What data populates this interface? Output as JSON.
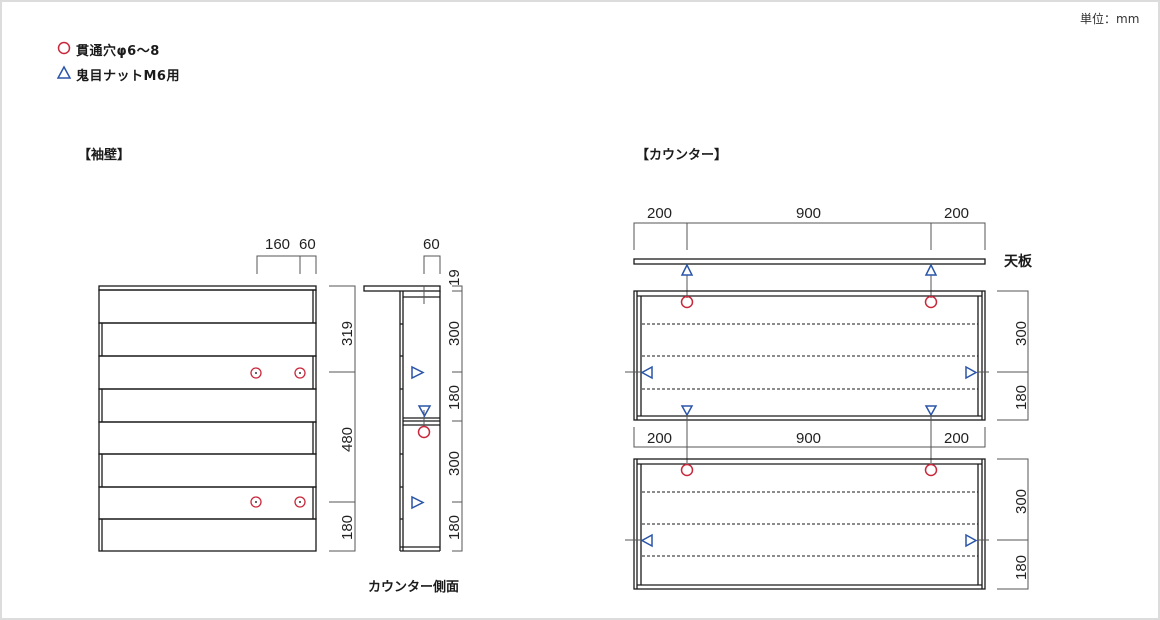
{
  "unit_label": "単位：mm",
  "legend": [
    {
      "symbol": "circle",
      "color": "#c8283c",
      "label": "貫通穴φ6～8"
    },
    {
      "symbol": "triangle",
      "color": "#2a55a8",
      "label": "鬼目ナットM6用"
    }
  ],
  "colors": {
    "hole": "#c8283c",
    "nut": "#2a55a8",
    "line": "#1a1a1a",
    "dim_line": "#555555",
    "frame": "#dcdcdc"
  },
  "sode_kabe": {
    "title": "【袖壁】",
    "top_dims": [
      "160",
      "60"
    ],
    "side_dims": [
      "319",
      "480",
      "180"
    ]
  },
  "counter_side": {
    "title": "カウンター側面",
    "top_dims": [
      "60"
    ],
    "side_dims": [
      "19",
      "300",
      "180",
      "300",
      "180"
    ]
  },
  "counter": {
    "title": "【カウンター】",
    "top_dims": [
      "200",
      "900",
      "200"
    ],
    "tenban_label": "天板",
    "middle_dims": [
      "200",
      "900",
      "200"
    ],
    "upper_side_dims": [
      "300",
      "180"
    ],
    "lower_side_dims": [
      "300",
      "180"
    ]
  }
}
